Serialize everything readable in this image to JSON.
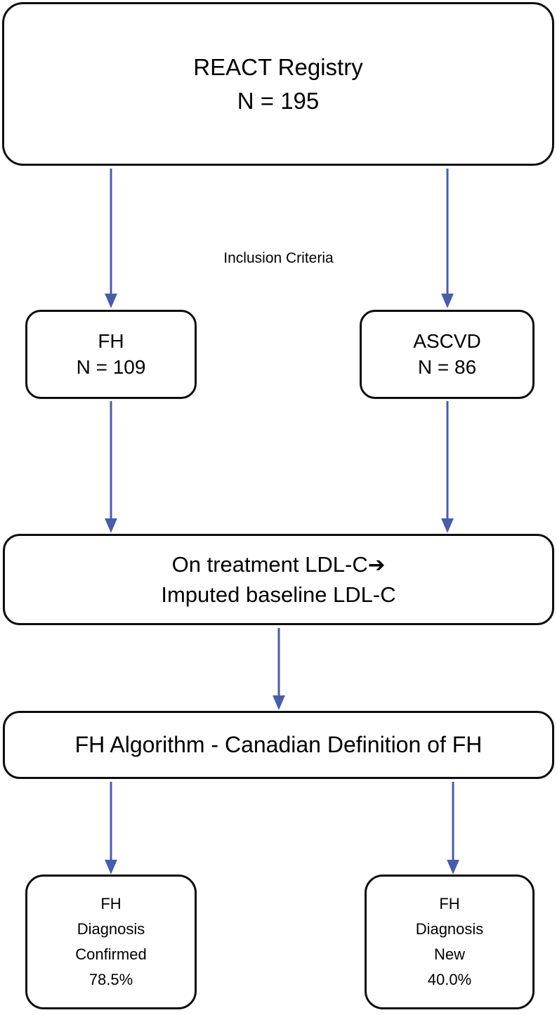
{
  "diagram": {
    "title": "REACT Registry FH diagnosis flowchart",
    "accent_color": "#4a5bab",
    "border_color": "#0d0d0d",
    "background_color": "#ffffff",
    "nodes": {
      "registry": {
        "line1": "REACT Registry",
        "line2": "N = 195"
      },
      "fh": {
        "line1": "FH",
        "line2": "N = 109"
      },
      "ascvd": {
        "line1": "ASCVD",
        "line2": "N = 86"
      },
      "ldl": {
        "line1": "On treatment LDL-C",
        "arrow_glyph": "➔",
        "line2": "Imputed baseline LDL-C"
      },
      "algorithm": {
        "line1": "FH Algorithm - Canadian Definition of FH"
      },
      "confirmed": {
        "line1": "FH",
        "line2": "Diagnosis",
        "line3": "Confirmed",
        "line4": "78.5%"
      },
      "new": {
        "line1": "FH",
        "line2": "Diagnosis",
        "line3": "New",
        "line4": "40.0%"
      }
    },
    "edge_labels": {
      "inclusion_criteria": "Inclusion Criteria"
    }
  }
}
